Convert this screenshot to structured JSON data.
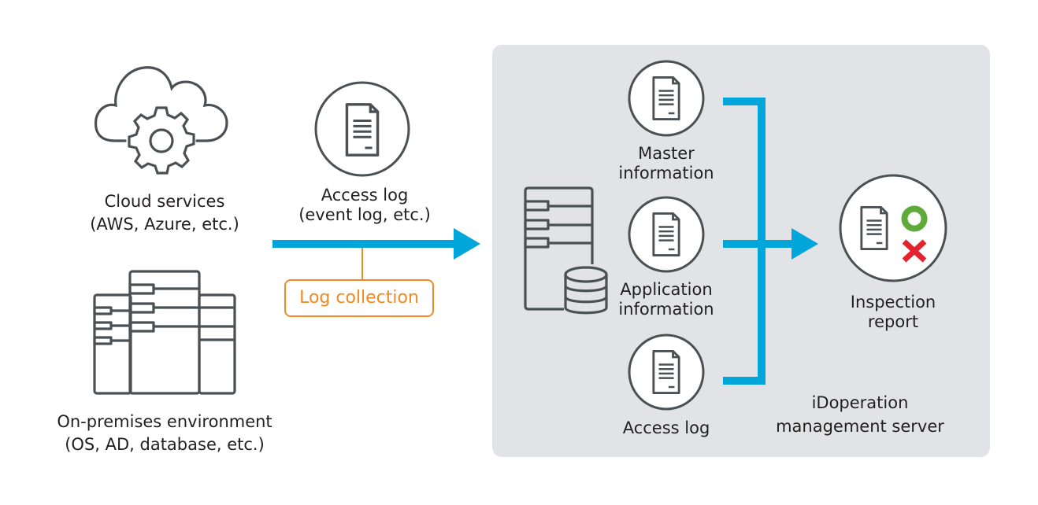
{
  "colors": {
    "icon_stroke": "#4a5155",
    "flow_arrow": "#00a6d9",
    "log_collection": "#f08a24",
    "server_panel": "#e1e3e6",
    "ok_mark": "#5eab3c",
    "ng_mark": "#e5222f",
    "text": "#231f20"
  },
  "sources": {
    "cloud": {
      "icon": "cloud-gear-icon",
      "line1": "Cloud services",
      "line2": "(AWS, Azure, etc.)"
    },
    "onprem": {
      "icon": "server-rack-icon",
      "line1": "On-premises environment",
      "line2": "(OS, AD, database, etc.)"
    }
  },
  "collection": {
    "document_icon": "document-icon",
    "line1": "Access log",
    "line2": "(event log, etc.)",
    "process_label": "Log collection"
  },
  "server": {
    "icon": "server-database-icon",
    "line1": "iDoperation",
    "line2": "management server",
    "inputs": [
      {
        "icon": "document-icon",
        "line1": "Master",
        "line2": "information"
      },
      {
        "icon": "document-icon",
        "line1": "Application",
        "line2": "information"
      },
      {
        "icon": "document-icon",
        "line1": "Access log",
        "line2": ""
      }
    ],
    "output": {
      "icon": "inspection-report-icon",
      "line1": "Inspection",
      "line2": "report"
    }
  }
}
